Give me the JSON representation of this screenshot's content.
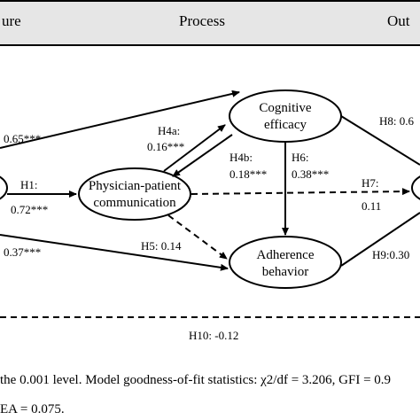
{
  "header": {
    "left": "ure",
    "middle": "Process",
    "right": "Out"
  },
  "nodes": {
    "cognitive_efficacy": [
      "Cognitive",
      "efficacy"
    ],
    "physician_patient": [
      "Physician-patient",
      "communication"
    ],
    "adherence": [
      "Adherence",
      "behavior"
    ]
  },
  "paths": {
    "left_top": "0.65***",
    "h1_name": "H1:",
    "h1_value": "0.72***",
    "left_bottom": "0.37***",
    "h4a_name": "H4a:",
    "h4a_value": "0.16***",
    "h4b_name": "H4b:",
    "h4b_value": "0.18***",
    "h6_name": "H6:",
    "h6_value": "0.38***",
    "h5": "H5: 0.14",
    "h7_name": "H7:",
    "h7_value": "0.11",
    "h8": "H8: 0.6",
    "h9": "H9:0.30",
    "h10": "H10: -0.12"
  },
  "caption": {
    "line1": "the 0.001 level. Model goodness-of-fit statistics: χ2/df = 3.206, GFI = 0.9",
    "line2": "EA = 0.075."
  }
}
